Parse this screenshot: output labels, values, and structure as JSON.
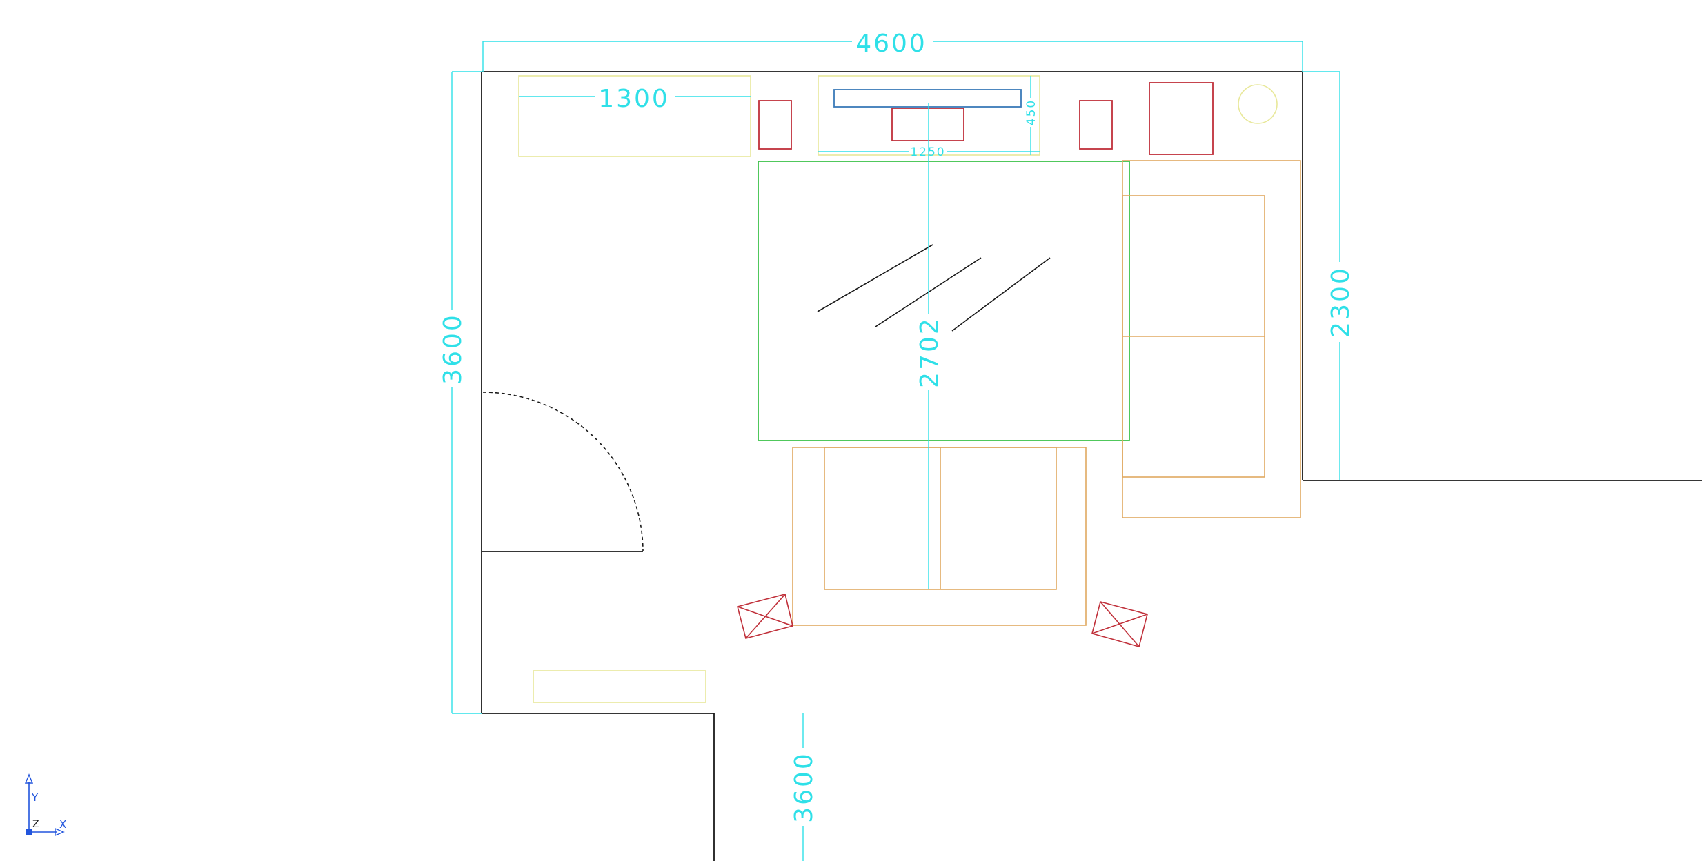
{
  "dimensions": {
    "overall_width": "4600",
    "wardrobe_width": "1300",
    "tv_cabinet_width": "1250",
    "tv_cabinet_depth": "450",
    "room_depth_left": "3600",
    "bed_span": "2702",
    "right_wall": "2300",
    "bottom": "3600"
  },
  "ucs": {
    "y_axis": "Y",
    "x_axis": "X",
    "z_axis": "Z"
  },
  "colors": {
    "wall": "#1a1a1a",
    "dimension": "#2fe0e8",
    "furniture_yellow": "#e8e89a",
    "furniture_red": "#c0303a",
    "rug_green": "#3cc24a",
    "sofa_orange": "#e0a860",
    "tv_blue": "#3a7ab8",
    "ucs_blue": "#2255dd"
  }
}
